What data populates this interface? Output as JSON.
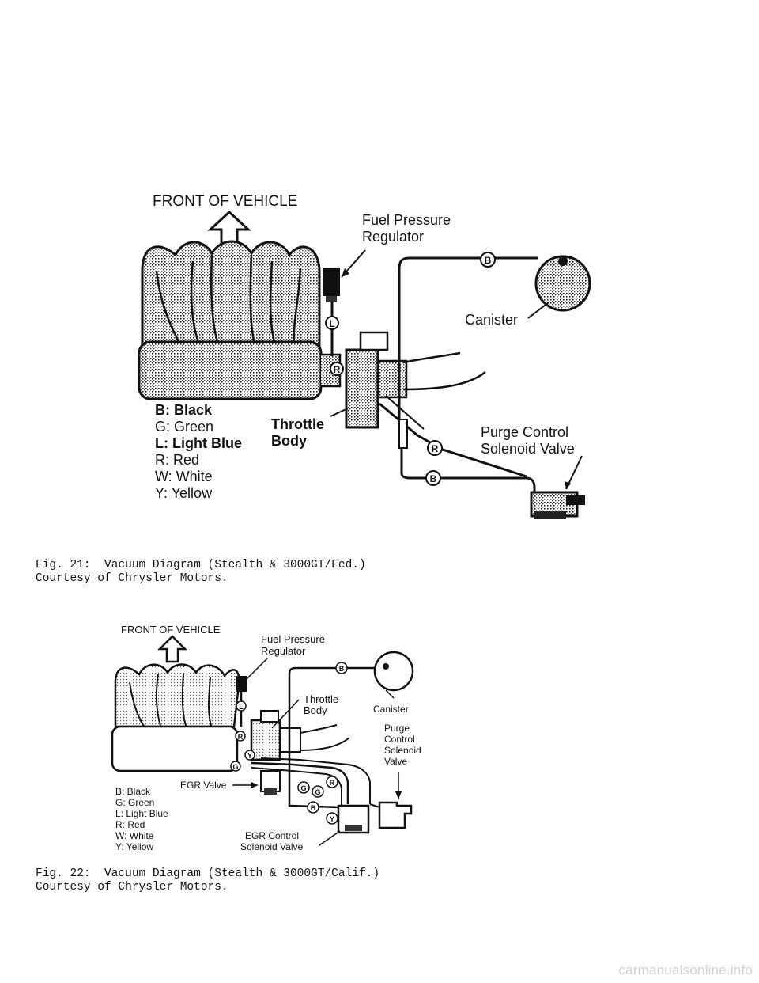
{
  "figures": [
    {
      "front_label": "FRONT OF VEHICLE",
      "fuel_pressure": [
        "Fuel Pressure",
        "Regulator"
      ],
      "canister": "Canister",
      "throttle": [
        "Throttle",
        "Body"
      ],
      "purge": [
        "Purge Control",
        "Solenoid Valve"
      ],
      "legend": [
        "B: Black",
        "G: Green",
        "L: Light Blue",
        "R: Red",
        "W: White",
        "Y: Yellow"
      ],
      "caption": [
        "Fig. 21:  Vacuum Diagram (Stealth & 3000GT/Fed.)",
        "Courtesy of Chrysler Motors."
      ]
    },
    {
      "front_label": "FRONT OF VEHICLE",
      "fuel_pressure": [
        "Fuel Pressure",
        "Regulator"
      ],
      "canister": "Canister",
      "throttle": [
        "Throttle",
        "Body"
      ],
      "purge": [
        "Purge",
        "Control",
        "Solenoid",
        "Valve"
      ],
      "egr_valve": "EGR Valve",
      "egr_control": [
        "EGR Control",
        "Solenoid Valve"
      ],
      "legend": [
        "B: Black",
        "G: Green",
        "L: Light Blue",
        "R: Red",
        "W: White",
        "Y: Yellow"
      ],
      "caption": [
        "Fig. 22:  Vacuum Diagram (Stealth & 3000GT/Calif.)",
        "Courtesy of Chrysler Motors."
      ]
    }
  ],
  "hose_codes": [
    "B",
    "L",
    "R",
    "G",
    "Y"
  ],
  "watermark": "carmanualsonline.info"
}
